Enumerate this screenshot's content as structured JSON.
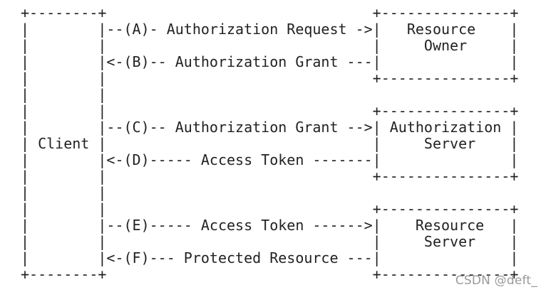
{
  "diagram": {
    "lines": [
      "+--------+                               +---------------+",
      "|        |--(A)- Authorization Request ->|   Resource    |",
      "|        |                               |     Owner     |",
      "|        |<-(B)-- Authorization Grant ---|               |",
      "|        |                               +---------------+",
      "|        |",
      "|        |                               +---------------+",
      "|        |--(C)-- Authorization Grant -->| Authorization |",
      "| Client |                               |     Server    |",
      "|        |<-(D)----- Access Token -------|               |",
      "|        |                               +---------------+",
      "|        |",
      "|        |                               +---------------+",
      "|        |--(E)----- Access Token ------>|    Resource   |",
      "|        |                               |     Server    |",
      "|        |<-(F)--- Protected Resource ---|               |",
      "+--------+                               +---------------+"
    ]
  },
  "watermark": "CSDN @deft_"
}
